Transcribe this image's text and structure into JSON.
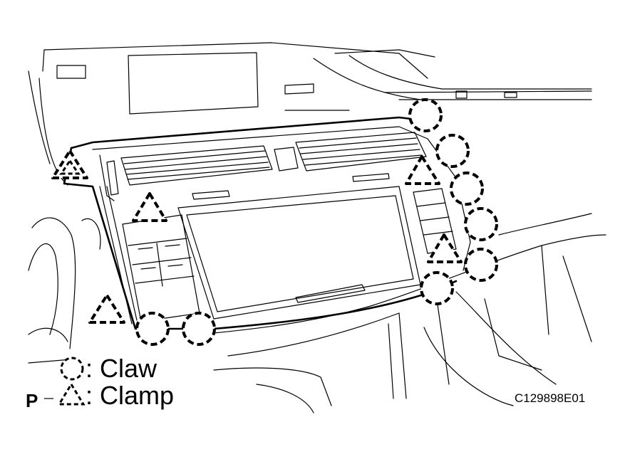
{
  "legend": {
    "claw": {
      "symbol": "circle",
      "label": ": Claw"
    },
    "clamp": {
      "symbol": "triangle",
      "label": ": Clamp"
    }
  },
  "figure_code": "C129898E01",
  "view_mark": "P",
  "colors": {
    "line": "#000000",
    "background": "#ffffff"
  },
  "icons": {
    "claw": "dashed-circle-icon",
    "clamp": "dashed-triangle-icon"
  }
}
